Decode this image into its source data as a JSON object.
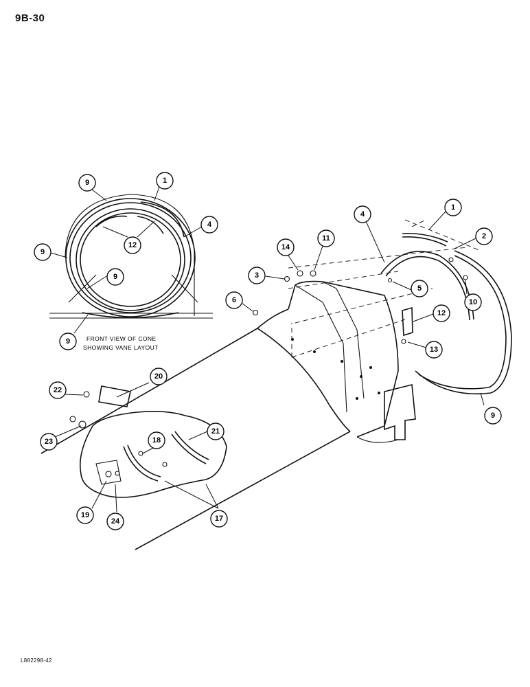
{
  "page_number": "9B-30",
  "figure_code": "L882298-42",
  "inset_caption": {
    "line1": "FRONT VIEW OF CONE",
    "line2": "SHOWING VANE LAYOUT"
  },
  "callouts": {
    "inset_9_top": "9",
    "inset_1": "1",
    "inset_4": "4",
    "inset_12": "12",
    "inset_9_left": "9",
    "inset_9_inner": "9",
    "inset_9_bottom": "9",
    "main_1": "1",
    "main_2": "2",
    "main_3": "3",
    "main_4": "4",
    "main_5": "5",
    "main_6": "6",
    "main_9": "9",
    "main_10": "10",
    "main_11": "11",
    "main_12": "12",
    "main_13": "13",
    "main_14": "14",
    "main_17": "17",
    "main_18": "18",
    "main_19": "19",
    "main_20": "20",
    "main_21": "21",
    "main_22": "22",
    "main_23": "23",
    "main_24": "24"
  }
}
